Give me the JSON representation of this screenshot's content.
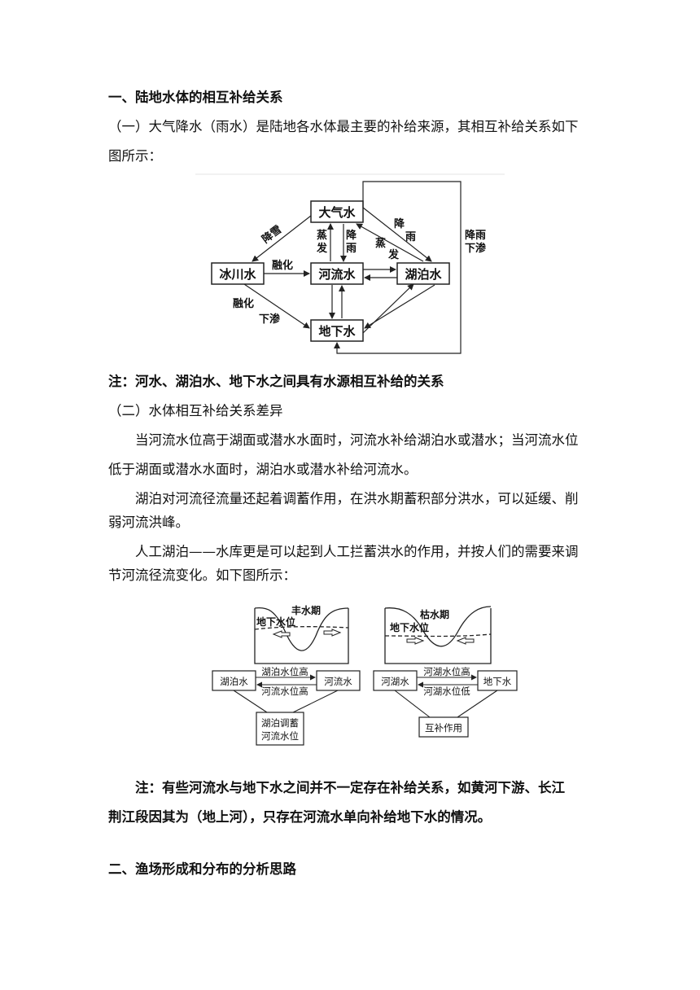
{
  "section1": {
    "heading": "一、陆地水体的相互补给关系",
    "sub1": {
      "line1": "（一）大气降水（雨水）是陆地各水体最主要的补给来源，其相互补给关系如下",
      "line2": "图所示："
    }
  },
  "diagram1": {
    "nodes": {
      "atmosphere": "大气水",
      "glacier": "冰川水",
      "river": "河流水",
      "lake": "湖泊水",
      "groundwater": "地下水"
    },
    "labels": {
      "snowfall": "降雪",
      "evap1_a": "蒸",
      "evap1_b": "发",
      "rain1_a": "降",
      "rain1_b": "雨",
      "rain2_a": "降",
      "rain2_b": "雨",
      "evap2_a": "蒸",
      "evap2_b": "发",
      "rain_seep_a": "降雨",
      "rain_seep_b": "下渗",
      "melt1": "融化",
      "melt2": "融化",
      "seep": "下渗"
    }
  },
  "note1": "注：河水、湖泊水、地下水之间具有水源相互补给的关系",
  "sub2": {
    "title": "（二）水体相互补给关系差异",
    "p1_line1": "当河流水位高于湖面或潜水水面时，河流水补给湖泊水或潜水；当河流水位",
    "p1_line2": "低于湖面或潜水水面时，湖泊水或潜水补给河流水。",
    "p2_line1": "湖泊对河流径流量还起着调蓄作用，在洪水期蓄积部分洪水，可以延缓、削",
    "p2_line2": "弱河流洪峰。",
    "p3_line1": "人工湖泊——水库更是可以起到人工拦蓄洪水的作用，并按人们的需要来调",
    "p3_line2": "节河流径流变化。如下图所示："
  },
  "diagram2": {
    "left": {
      "period": "丰水期",
      "gw_level": "地下水位",
      "box_left": "湖泊水",
      "box_right": "河流水",
      "arrow_top": "湖泊水位高",
      "arrow_bottom": "河流水位高",
      "result_line1": "湖泊调蓄",
      "result_line2": "河流水位"
    },
    "right": {
      "period": "枯水期",
      "gw_level": "地下水位",
      "box_left": "河湖水",
      "box_right": "地下水",
      "arrow_top": "河湖水位高",
      "arrow_bottom": "河湖水位低",
      "result": "互补作用"
    }
  },
  "note2": {
    "line1": "注：有些河流水与地下水之间并不一定存在补给关系，如黄河下游、长江",
    "line2": "荆江段因其为（地上河），只存在河流水单向补给地下水的情况。"
  },
  "section2": {
    "heading": "二、渔场形成和分布的分析思路"
  }
}
